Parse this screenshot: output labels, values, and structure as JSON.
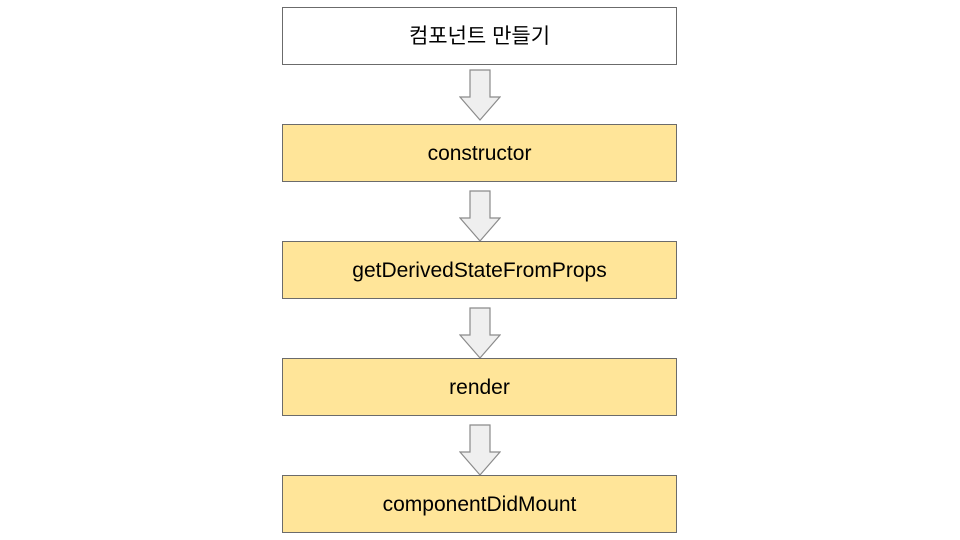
{
  "diagram": {
    "steps": [
      {
        "label": "컴포넌트 만들기",
        "fill": "#ffffff"
      },
      {
        "label": "constructor",
        "fill": "#ffe599"
      },
      {
        "label": "getDerivedStateFromProps",
        "fill": "#ffe599"
      },
      {
        "label": "render",
        "fill": "#ffe599"
      },
      {
        "label": "componentDidMount",
        "fill": "#ffe599"
      }
    ],
    "colors": {
      "box_border": "#6b6b6b",
      "arrow_fill": "#efefef",
      "arrow_stroke": "#8a8a8a"
    },
    "icons": {
      "connector": "down-arrow-icon"
    }
  }
}
